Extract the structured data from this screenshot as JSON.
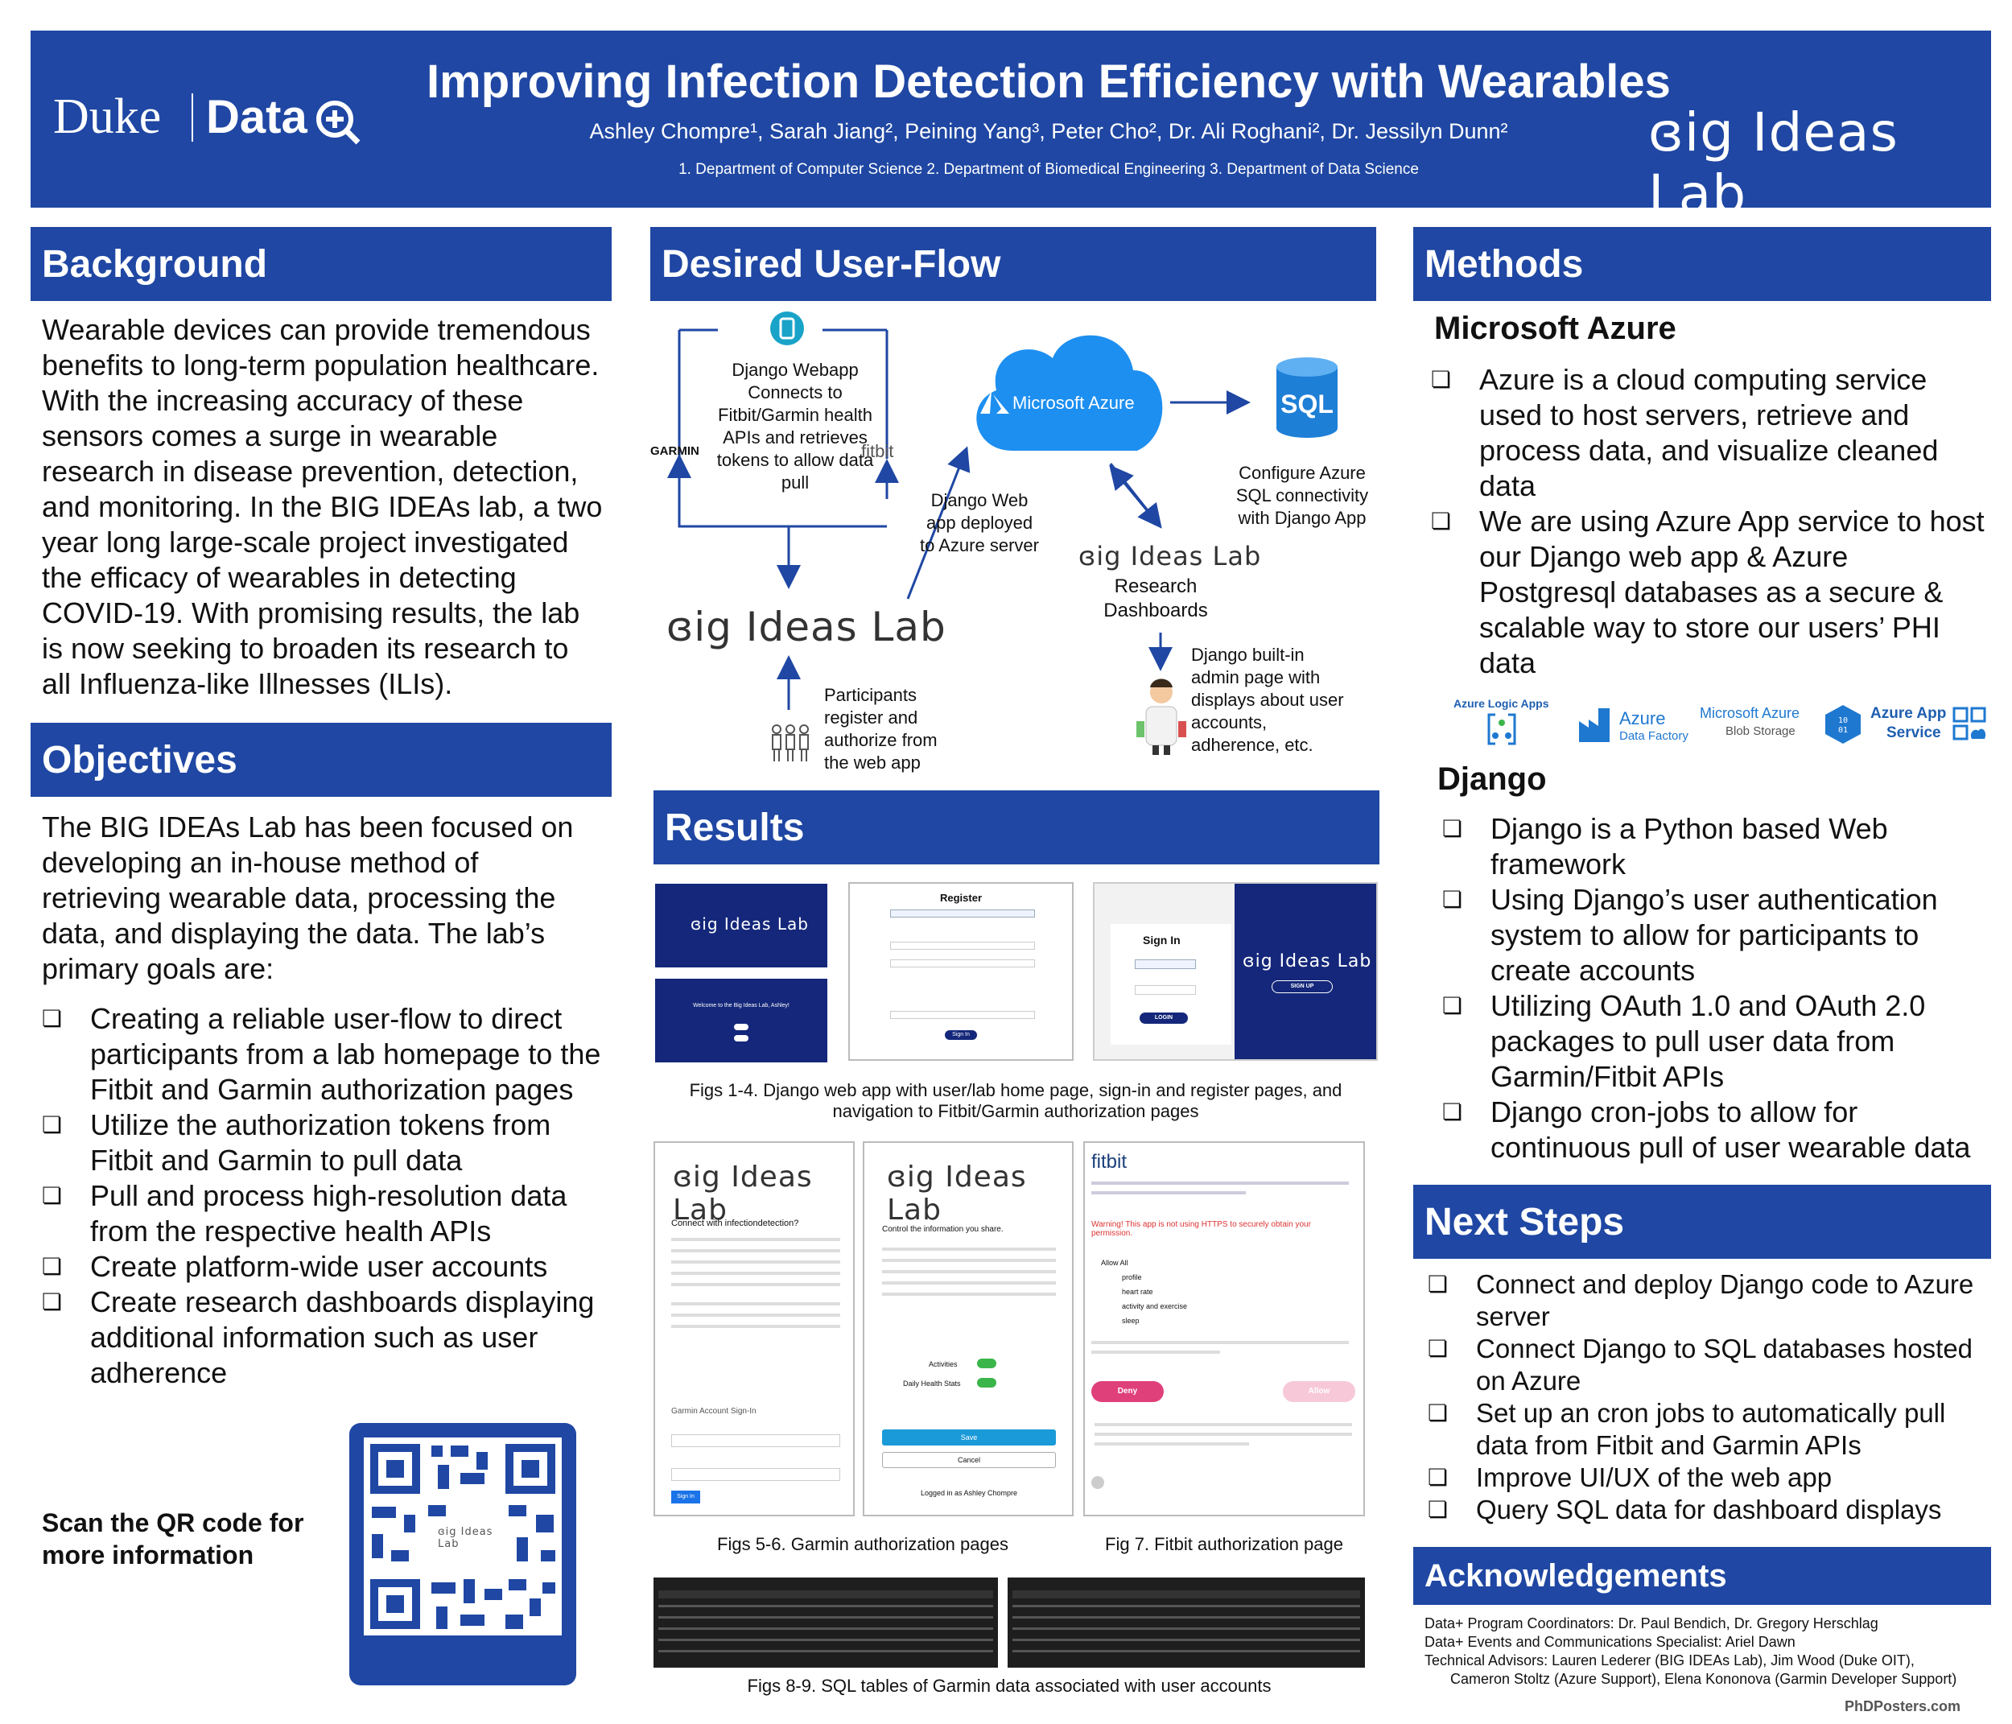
{
  "header": {
    "duke": "Duke",
    "data": "Data",
    "title": "Improving Infection Detection Efficiency with Wearables",
    "authors": "Ashley Chompre¹, Sarah Jiang², Peining Yang³, Peter Cho², Dr. Ali Roghani², Dr. Jessilyn Dunn²",
    "affiliations": "1. Department of Computer Science 2. Department of Biomedical Engineering 3. Department of Data Science",
    "lab_logo": "ɞig Ideas Lab"
  },
  "background": {
    "title": "Background",
    "text": "Wearable devices can provide tremendous benefits to long-term population healthcare. With the increasing accuracy of these sensors comes a surge in wearable research in disease prevention, detection, and monitoring. In the BIG IDEAs lab, a two year long large-scale project investigated the efficacy of wearables in detecting COVID-19. With promising results, the lab is now seeking to broaden its research to all Influenza-like Illnesses (ILIs)."
  },
  "objectives": {
    "title": "Objectives",
    "intro": "The BIG IDEAs Lab has been focused on developing an in-house method of retrieving wearable data, processing the data, and displaying the data. The lab’s primary goals are:",
    "items": [
      "Creating a reliable user-flow to direct participants from a lab homepage to the Fitbit and Garmin authorization pages",
      "Utilize the authorization tokens from Fitbit and Garmin to pull data",
      "Pull and process high-resolution data from the respective health APIs",
      "Create platform-wide user accounts",
      "Create research dashboards displaying additional information such as user adherence"
    ],
    "qr_text": "Scan the QR code for more information",
    "qr_label": "ɞig Ideas Lab"
  },
  "flow": {
    "title": "Desired User-Flow",
    "webapp": "Django Webapp Connects to Fitbit/Garmin health APIs and retrieves tokens to allow data pull",
    "garmin": "GARMIN",
    "fitbit": "fitbit",
    "azure": "Microsoft Azure",
    "sql": "SQL",
    "sql_text": "Configure Azure SQL connectivity with Django App",
    "deploy": "Django Web app deployed to Azure server",
    "lab": "ɞig Ideas Lab",
    "dash_logo": "ɞig Ideas Lab",
    "dash": "Research Dashboards",
    "admin": "Django built-in admin page with displays about user accounts, adherence, etc.",
    "participants": "Participants register and authorize from the web app"
  },
  "results": {
    "title": "Results",
    "cap1": "Figs 1-4. Django web app with user/lab home page, sign-in and register pages, and navigation to Fitbit/Garmin authorization pages",
    "cap2": "Figs 5-6. Garmin authorization pages",
    "cap3": "Fig 7. Fitbit authorization page",
    "cap4": "Figs 8-9. SQL tables of Garmin data associated with user accounts",
    "shot_lab": "ɞig Ideas Lab",
    "register": "Register",
    "signin": "Sign In",
    "signup": "SIGN UP",
    "login": "LOGIN",
    "welcome": "Welcome to the Big Ideas Lab, Ashley!",
    "garmin_connect": "Connect with infectiondetection?",
    "garmin_control": "Control the information you share.",
    "garmin_signin": "Garmin Account Sign-In",
    "activities": "Activities",
    "daily": "Daily Health Stats",
    "save": "Save",
    "cancel": "Cancel",
    "logged": "Logged in as Ashley Chompre",
    "fitbit": "fitbit",
    "fitbit_warn": "Warning! This app is not using HTTPS to securely obtain your permission.",
    "allow_all": "Allow All",
    "profile": "profile",
    "heart": "heart rate",
    "activity": "activity and exercise",
    "sleep": "sleep",
    "deny": "Deny",
    "allow": "Allow"
  },
  "methods": {
    "title": "Methods",
    "azure_title": "Microsoft Azure",
    "azure_items": [
      "Azure is a cloud computing service used to host servers, retrieve and process data, and visualize cleaned data",
      "We are using Azure App service to host our Django web app & Azure Postgresql databases as a secure & scalable way to store our users’ PHI data"
    ],
    "logos": [
      "Azure Logic Apps",
      "Azure",
      "Data Factory",
      "Microsoft Azure",
      "Blob Storage",
      "Azure App",
      "Service"
    ],
    "django_title": "Django",
    "django_items": [
      "Django is a Python based Web framework",
      "Using Django’s user authentication system to allow for participants to create accounts",
      "Utilizing OAuth 1.0 and OAuth 2.0 packages to pull user data from Garmin/Fitbit APIs",
      "Django cron-jobs to allow for continuous pull of user wearable data"
    ]
  },
  "next": {
    "title": "Next Steps",
    "items": [
      "Connect and deploy Django code to Azure server",
      "Connect Django to SQL databases hosted on Azure",
      "Set up an cron jobs to automatically pull data from Fitbit and Garmin APIs",
      "Improve UI/UX of the web app",
      "Query SQL data for dashboard displays"
    ]
  },
  "ack": {
    "title": "Acknowledgements",
    "lines": [
      "Data+ Program Coordinators: Dr. Paul Bendich, Dr. Gregory Herschlag",
      "Data+ Events and Communications Specialist: Ariel Dawn",
      "Technical Advisors: Lauren Lederer (BIG IDEAs Lab), Jim Wood (Duke OIT),",
      "Cameron Stoltz (Azure Support), Elena Kononova (Garmin Developer Support)"
    ],
    "phd": "PhDPosters.com"
  }
}
